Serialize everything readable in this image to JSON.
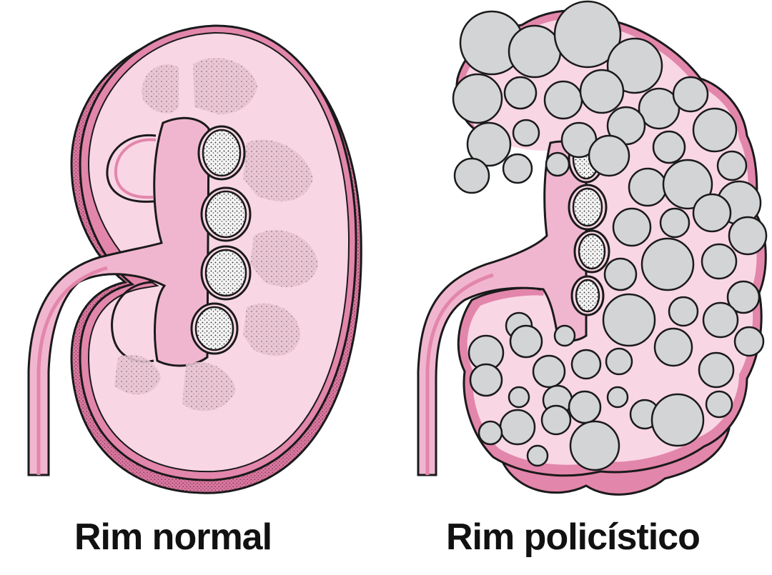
{
  "figure": {
    "panels": [
      {
        "id": "normal",
        "label": "Rim normal"
      },
      {
        "id": "polycystic",
        "label": "Rim policístico"
      }
    ]
  },
  "colors": {
    "capsule_pink": "#e386ab",
    "cortex_pink": "#f9d6e4",
    "pelvis_pink": "#f1b6cf",
    "pyramid_pink": "#e8c3d2",
    "fat_dark_pink": "#d8779f",
    "cyst_gray": "#d3d4d6",
    "outline": "#1a1a1a",
    "calyx_fill": "#e9e9e9"
  },
  "cysts": [
    [
      688,
      60,
      44
    ],
    [
      748,
      72,
      36
    ],
    [
      822,
      48,
      46
    ],
    [
      888,
      92,
      38
    ],
    [
      668,
      138,
      34
    ],
    [
      728,
      130,
      22
    ],
    [
      788,
      140,
      26
    ],
    [
      842,
      128,
      30
    ],
    [
      922,
      152,
      28
    ],
    [
      966,
      132,
      24
    ],
    [
      684,
      202,
      30
    ],
    [
      736,
      186,
      18
    ],
    [
      810,
      196,
      24
    ],
    [
      876,
      176,
      26
    ],
    [
      936,
      206,
      22
    ],
    [
      1000,
      182,
      30
    ],
    [
      1024,
      232,
      20
    ],
    [
      660,
      246,
      24
    ],
    [
      724,
      236,
      20
    ],
    [
      780,
      230,
      16
    ],
    [
      852,
      218,
      28
    ],
    [
      906,
      262,
      26
    ],
    [
      962,
      258,
      34
    ],
    [
      1034,
      284,
      30
    ],
    [
      884,
      318,
      26
    ],
    [
      944,
      312,
      20
    ],
    [
      996,
      298,
      26
    ],
    [
      1046,
      330,
      26
    ],
    [
      868,
      384,
      22
    ],
    [
      934,
      370,
      36
    ],
    [
      1006,
      366,
      24
    ],
    [
      1040,
      416,
      22
    ],
    [
      880,
      448,
      36
    ],
    [
      956,
      436,
      20
    ],
    [
      1008,
      448,
      24
    ],
    [
      1048,
      478,
      20
    ],
    [
      726,
      456,
      18
    ],
    [
      680,
      494,
      24
    ],
    [
      736,
      478,
      22
    ],
    [
      790,
      470,
      14
    ],
    [
      768,
      520,
      22
    ],
    [
      820,
      510,
      20
    ],
    [
      866,
      506,
      18
    ],
    [
      942,
      486,
      26
    ],
    [
      1002,
      518,
      24
    ],
    [
      680,
      532,
      22
    ],
    [
      726,
      556,
      14
    ],
    [
      780,
      560,
      20
    ],
    [
      818,
      570,
      22
    ],
    [
      864,
      556,
      14
    ],
    [
      724,
      598,
      24
    ],
    [
      778,
      588,
      20
    ],
    [
      832,
      624,
      34
    ],
    [
      902,
      580,
      20
    ],
    [
      948,
      588,
      36
    ],
    [
      1006,
      566,
      18
    ],
    [
      686,
      606,
      16
    ],
    [
      752,
      638,
      14
    ]
  ],
  "calyces_normal": [
    [
      310,
      214,
      26,
      32
    ],
    [
      316,
      300,
      28,
      32
    ],
    [
      316,
      382,
      28,
      32
    ],
    [
      300,
      460,
      26,
      30
    ]
  ],
  "calyces_poly": [
    [
      820,
      222,
      18,
      28
    ],
    [
      822,
      290,
      20,
      26
    ],
    [
      828,
      352,
      18,
      24
    ],
    [
      822,
      414,
      16,
      22
    ]
  ]
}
